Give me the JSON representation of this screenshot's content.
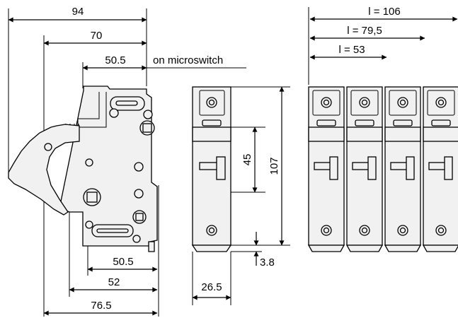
{
  "side_view": {
    "dims": {
      "overall_depth": "94",
      "depth_70": "70",
      "depth_50_5_top": "50.5",
      "microswitch_note": "on microswitch",
      "depth_50_5_bottom": "50.5",
      "depth_52": "52",
      "depth_76_5": "76.5"
    }
  },
  "front_view": {
    "dims": {
      "height_45": "45",
      "height_107": "107",
      "offset_3_8": "3.8",
      "width_26_5": "26.5"
    }
  },
  "multi_pole_view": {
    "dims": {
      "l_106": "l = 106",
      "l_79_5": "l = 79,5",
      "l_53": "l = 53"
    }
  }
}
